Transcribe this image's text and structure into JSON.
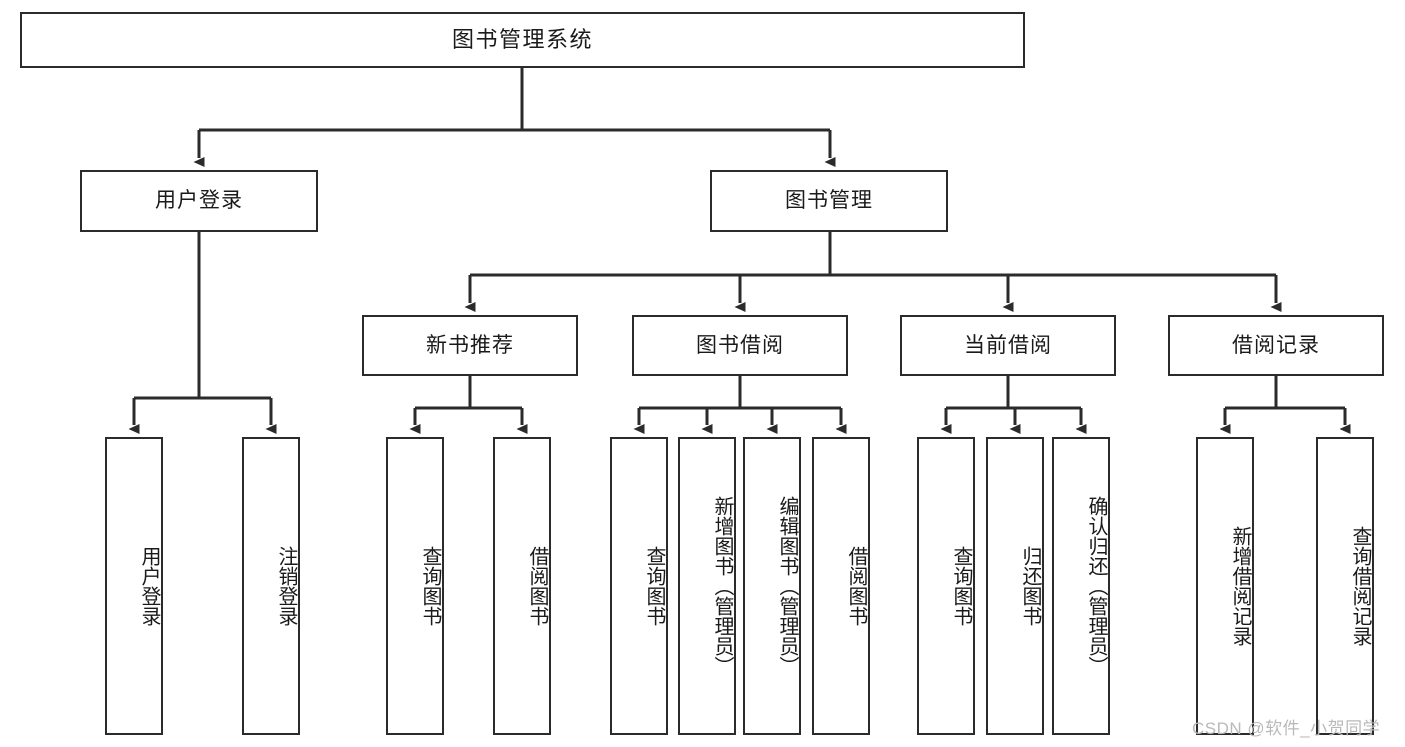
{
  "diagram": {
    "title": "图书管理系统",
    "type": "hierarchy-tree",
    "colors": {
      "box_border": "#2b2b2b",
      "box_fill": "#ffffff",
      "line": "#2b2b2b",
      "text": "#1a1a1a",
      "watermark": "#b9b9b9"
    },
    "root": {
      "label": "图书管理系统"
    },
    "level2": [
      {
        "label": "用户登录"
      },
      {
        "label": "图书管理"
      }
    ],
    "level3": [
      {
        "label": "新书推荐"
      },
      {
        "label": "图书借阅"
      },
      {
        "label": "当前借阅"
      },
      {
        "label": "借阅记录"
      }
    ],
    "leaves": {
      "user_login": [
        {
          "label": "用户登录"
        },
        {
          "label": "注销登录"
        }
      ],
      "new_book_recommend": [
        {
          "label": "查询图书"
        },
        {
          "label": "借阅图书"
        }
      ],
      "book_borrow": [
        {
          "label": "查询图书"
        },
        {
          "label": "新增图书（管理员）"
        },
        {
          "label": "编辑图书（管理员）"
        },
        {
          "label": "借阅图书"
        }
      ],
      "current_borrow": [
        {
          "label": "查询图书"
        },
        {
          "label": "归还图书"
        },
        {
          "label": "确认归还（管理员）"
        }
      ],
      "borrow_record": [
        {
          "label": "新增借阅记录"
        },
        {
          "label": "查询借阅记录"
        }
      ]
    },
    "watermark": "CSDN @软件_小贺同学"
  }
}
